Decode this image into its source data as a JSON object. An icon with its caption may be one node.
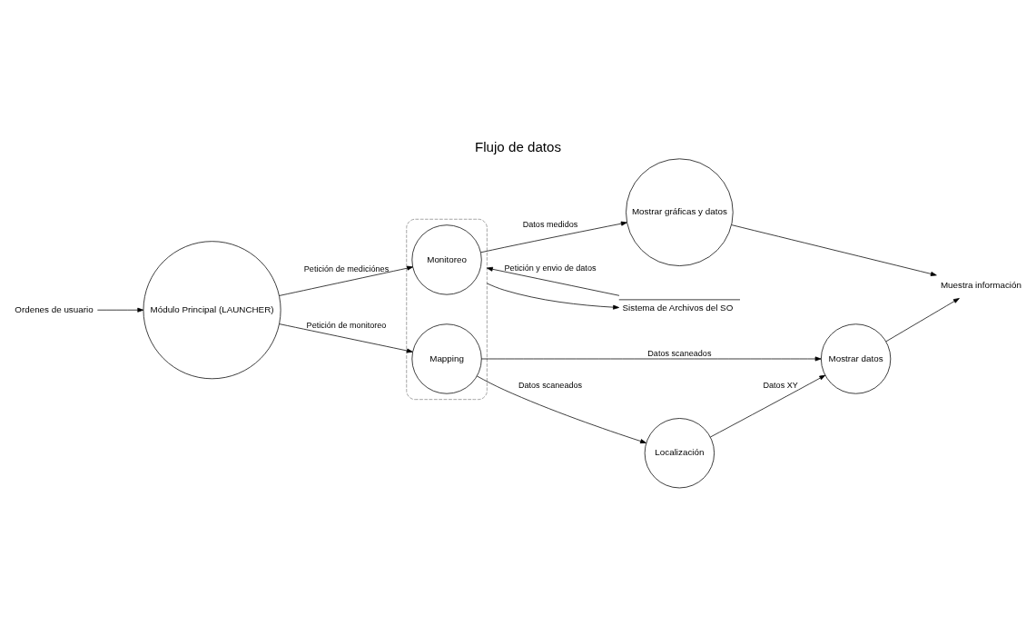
{
  "diagram": {
    "title": "Flujo de datos",
    "nodes": [
      {
        "text": [
          "Ordenes de usuario"
        ]
      },
      {
        "text": [
          "Módulo Principal (LAUNCHER)"
        ]
      },
      {
        "text": [],
        "shape": "ellipse"
      },
      {
        "text": [
          "Monitoreo"
        ],
        "in": 2
      },
      {
        "text": [
          "Mapping"
        ],
        "in": 2
      },
      {
        "text": [
          "Mostrar gráficas y datos"
        ]
      },
      {
        "text": [
          "Muestra información"
        ]
      },
      {
        "text": [
          "Mostrar datos"
        ]
      },
      {
        "text": [
          "Localización"
        ]
      },
      {
        "text": [
          "Sistema de Archivos del SO"
        ]
      }
    ],
    "edges": [
      {
        "from": 0,
        "to": 1,
        "arrow": "to"
      },
      {
        "from": 1,
        "to": 3,
        "arrow": "to",
        "label": "Petición de mediciónes"
      },
      {
        "from": 1,
        "to": 4,
        "arrow": "to",
        "label": "Petición de monitoreo"
      },
      {
        "from": 3,
        "to": 5,
        "arrow": "to",
        "label": "Datos medidos"
      },
      {
        "from": 5,
        "to": 6,
        "arrow": "to"
      },
      {
        "from": 4,
        "to": 7,
        "arrow": "to",
        "label": "Datos scaneados"
      },
      {
        "from": 7,
        "to": 6,
        "arrow": "to"
      },
      {
        "from": 4,
        "to": 8,
        "arrow": "to",
        "label": "Datos scaneados"
      },
      {
        "from": 8,
        "to": 7,
        "arrow": "to",
        "label": "Datos XY"
      },
      {
        "from": 9,
        "to": 2,
        "arrow": "to",
        "label": "Petición y envio de datos"
      },
      {
        "from": 2,
        "to": 9,
        "arrow": "to"
      }
    ]
  }
}
